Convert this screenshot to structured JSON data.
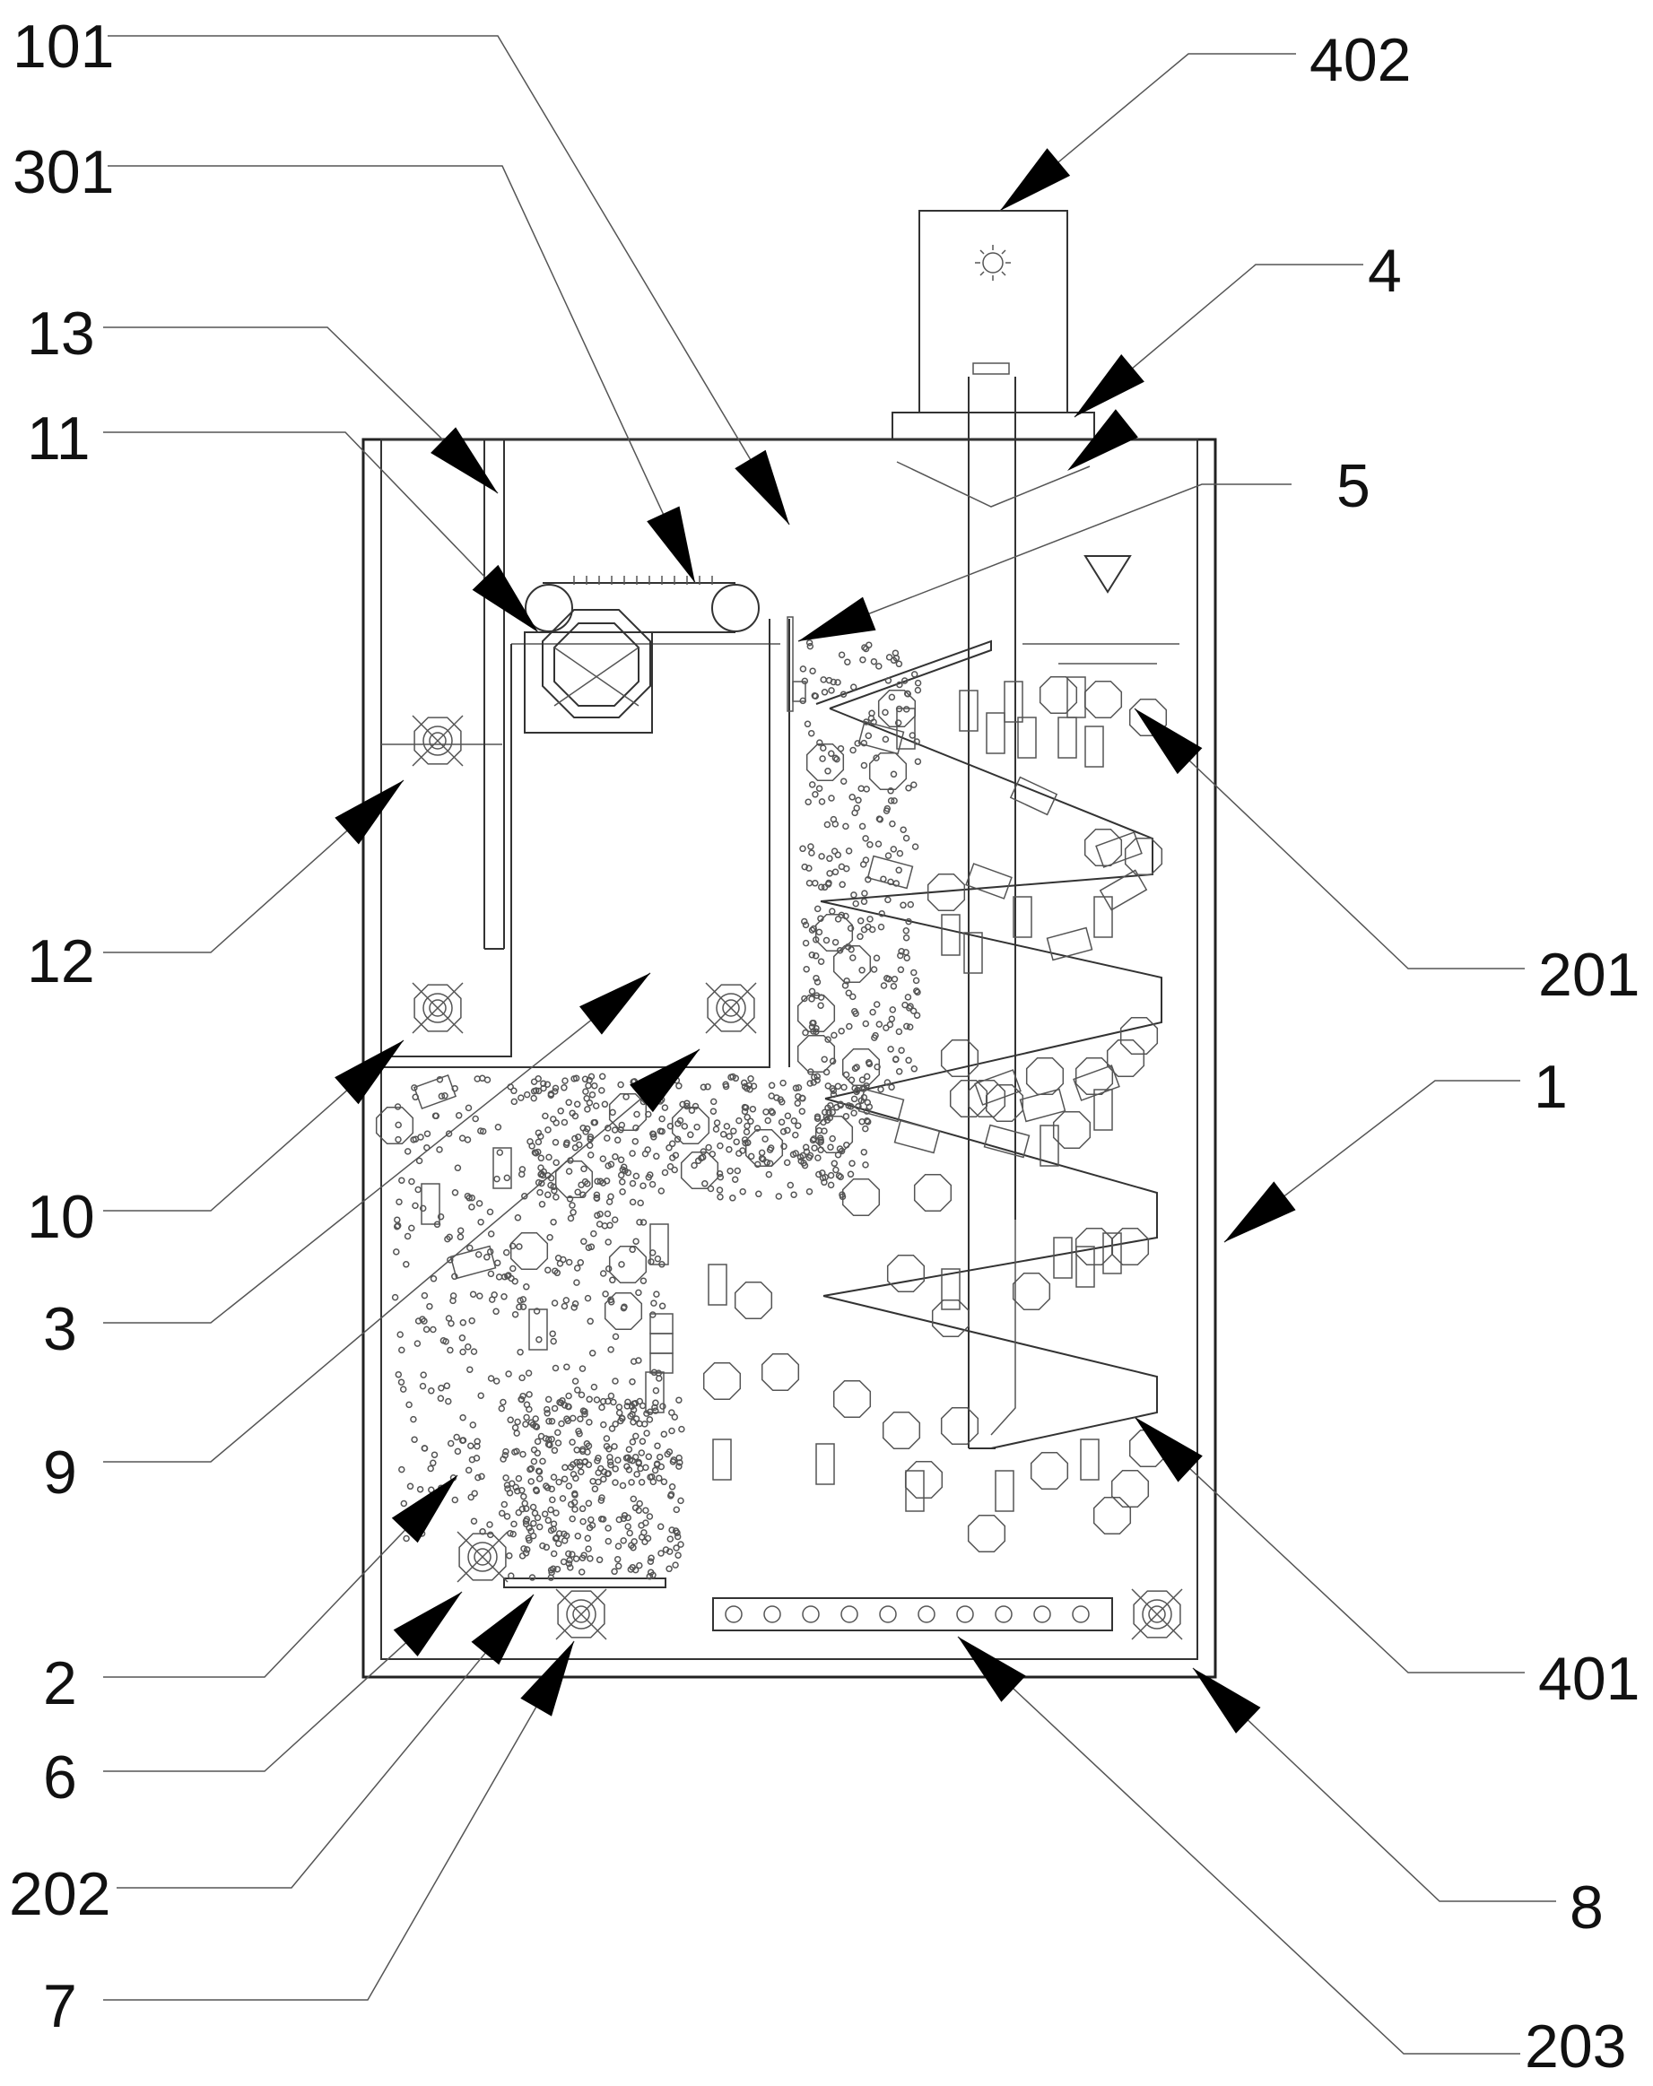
{
  "labels": [
    {
      "id": "101",
      "text": "101"
    },
    {
      "id": "301",
      "text": "301"
    },
    {
      "id": "13",
      "text": "13"
    },
    {
      "id": "11",
      "text": "11"
    },
    {
      "id": "12",
      "text": "12"
    },
    {
      "id": "10",
      "text": "10"
    },
    {
      "id": "3",
      "text": "3"
    },
    {
      "id": "9",
      "text": "9"
    },
    {
      "id": "2",
      "text": "2"
    },
    {
      "id": "6",
      "text": "6"
    },
    {
      "id": "202",
      "text": "202"
    },
    {
      "id": "7",
      "text": "7"
    },
    {
      "id": "402",
      "text": "402"
    },
    {
      "id": "4",
      "text": "4"
    },
    {
      "id": "5",
      "text": "5"
    },
    {
      "id": "201",
      "text": "201"
    },
    {
      "id": "1",
      "text": "1"
    },
    {
      "id": "401",
      "text": "401"
    },
    {
      "id": "8",
      "text": "8"
    },
    {
      "id": "203",
      "text": "203"
    }
  ],
  "icons": {
    "motor": "sun-icon",
    "water_level": "water-level-triangle-icon",
    "aerator": "aerator-icon",
    "valve": "valve-icon"
  },
  "colors": {
    "line": "#333333",
    "arrow": "#000000",
    "background": "#ffffff"
  }
}
